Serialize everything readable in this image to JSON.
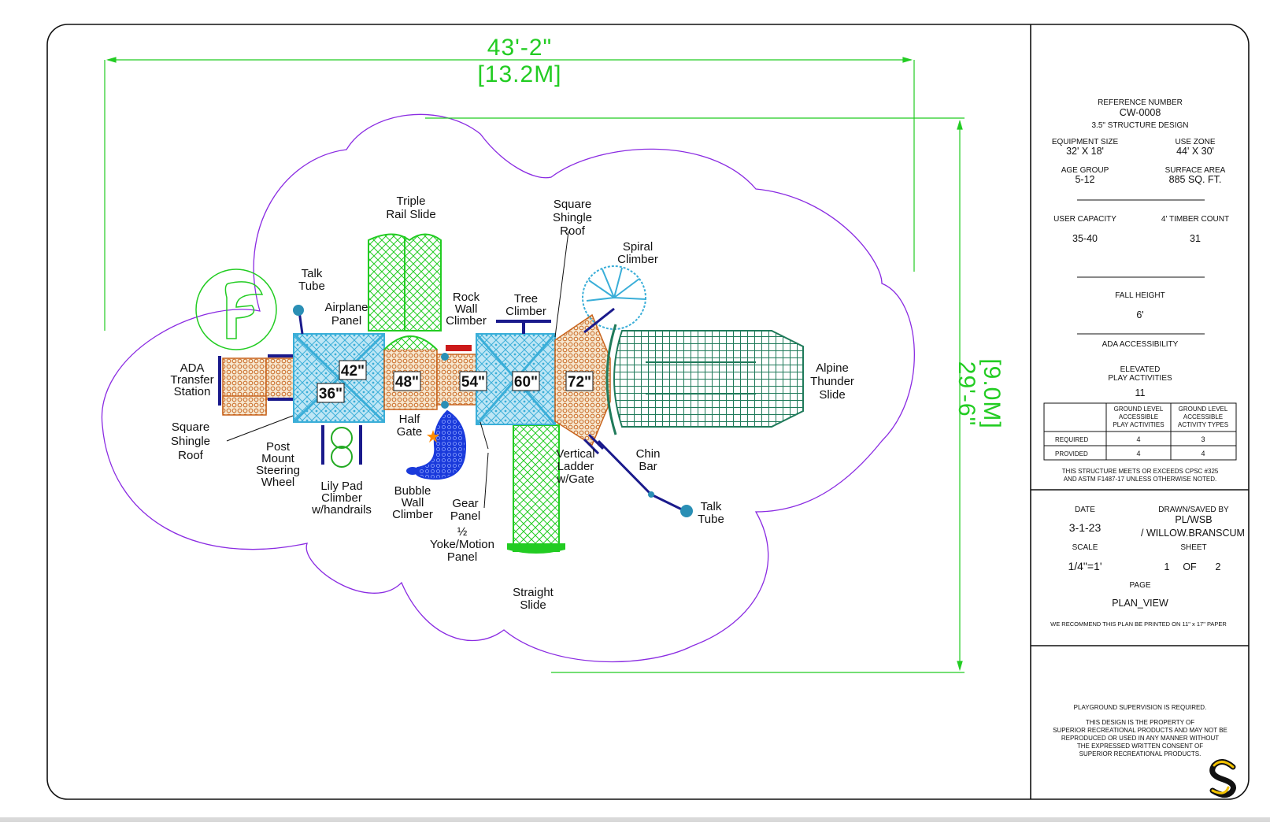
{
  "dimensions": {
    "width_ft": "43'-2\"",
    "width_m": "[13.2M]",
    "depth_ft": "29'-6\"",
    "depth_m": "[9.0M]"
  },
  "deck_heights": [
    "42\"",
    "36\"",
    "48\"",
    "54\"",
    "60\"",
    "72\""
  ],
  "components": {
    "triple_rail_slide": [
      "Triple",
      "Rail Slide"
    ],
    "square_shingle_roof_top": [
      "Square",
      "Shingle",
      "Roof"
    ],
    "spiral_climber": [
      "Spiral",
      "Climber"
    ],
    "talk_tube_left": [
      "Talk",
      "Tube"
    ],
    "airplane_panel": [
      "Airplane",
      "Panel"
    ],
    "rock_wall_climber": [
      "Rock",
      "Wall",
      "Climber"
    ],
    "tree_climber": [
      "Tree",
      "Climber"
    ],
    "ada_transfer_station": [
      "ADA",
      "Transfer",
      "Station"
    ],
    "alpine_thunder_slide": [
      "Alpine",
      "Thunder",
      "Slide"
    ],
    "half_gate": [
      "Half",
      "Gate"
    ],
    "square_shingle_roof_left": [
      "Square",
      "Shingle",
      "Roof"
    ],
    "post_mount_steering_wheel": [
      "Post",
      "Mount",
      "Steering",
      "Wheel"
    ],
    "lily_pad_climber": [
      "Lily Pad",
      "Climber",
      "w/handrails"
    ],
    "bubble_wall_climber": [
      "Bubble",
      "Wall",
      "Climber"
    ],
    "gear_panel": [
      "Gear",
      "Panel"
    ],
    "vertical_ladder": [
      "Vertical",
      "Ladder",
      "w/Gate"
    ],
    "chin_bar": [
      "Chin",
      "Bar"
    ],
    "talk_tube_right": [
      "Talk",
      "Tube"
    ],
    "yoke_motion_panel": [
      "½",
      "Yoke/Motion",
      "Panel"
    ],
    "straight_slide": [
      "Straight",
      "Slide"
    ]
  },
  "title_block": {
    "reference_label": "REFERENCE NUMBER",
    "reference_number": "CW-0008",
    "design": "3.5\" STRUCTURE DESIGN",
    "equipment_size_label": "EQUIPMENT SIZE",
    "equipment_size": "32' X 18'",
    "use_zone_label": "USE ZONE",
    "use_zone": "44' X 30'",
    "age_group_label": "AGE GROUP",
    "age_group": "5-12",
    "surface_area_label": "SURFACE AREA",
    "surface_area": "885 SQ. FT.",
    "user_capacity_label": "USER CAPACITY",
    "user_capacity": "35-40",
    "timber_count_label": "4' TIMBER COUNT",
    "timber_count": "31",
    "fall_height_label": "FALL HEIGHT",
    "fall_height": "6'",
    "ada_label": "ADA ACCESSIBILITY",
    "elevated_label_1": "ELEVATED",
    "elevated_label_2": "PLAY ACTIVITIES",
    "elevated_count": "11",
    "table": {
      "col1_header": [
        "GROUND LEVEL",
        "ACCESSIBLE",
        "PLAY ACTIVITIES"
      ],
      "col2_header": [
        "GROUND LEVEL",
        "ACCESSIBLE",
        "ACTIVITY TYPES"
      ],
      "rows": [
        {
          "label": "REQUIRED",
          "v1": "4",
          "v2": "3"
        },
        {
          "label": "PROVIDED",
          "v1": "4",
          "v2": "4"
        }
      ]
    },
    "compliance_1": "THIS STRUCTURE MEETS OR EXCEEDS CPSC #325",
    "compliance_2": "AND ASTM F1487-17 UNLESS OTHERWISE NOTED.",
    "date_label": "DATE",
    "date": "3-1-23",
    "drawn_label": "DRAWN/SAVED BY",
    "drawn_1": "PL/WSB",
    "drawn_2": "/ WILLOW.BRANSCUM",
    "scale_label": "SCALE",
    "scale": "1/4\"=1'",
    "sheet_label": "SHEET",
    "sheet_num": "1",
    "sheet_of": "OF",
    "sheet_total": "2",
    "page_label": "PAGE",
    "page": "PLAN_VIEW",
    "print_note": "WE RECOMMEND THIS PLAN BE PRINTED ON 11\" x 17\" PAPER",
    "supervision": "PLAYGROUND SUPERVISION IS REQUIRED.",
    "property_lines": [
      "THIS DESIGN IS THE PROPERTY OF",
      "SUPERIOR RECREATIONAL PRODUCTS AND MAY NOT BE",
      "REPRODUCED OR USED IN ANY MANNER WITHOUT",
      "THE EXPRESSED WRITTEN CONSENT OF",
      "SUPERIOR RECREATIONAL PRODUCTS."
    ]
  },
  "colors": {
    "green": "#22cc22",
    "purple": "#8a2be2",
    "deck_blue": "#3aaed8",
    "orange": "#d2691e",
    "navy": "#1a1a8c",
    "teal": "#1f7a5a",
    "bright_blue": "#1a3adb"
  }
}
